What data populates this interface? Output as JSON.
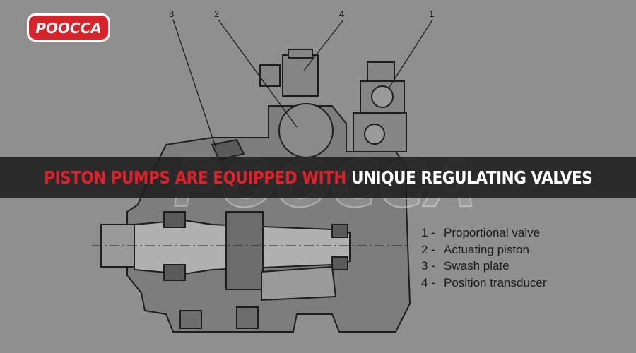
{
  "brand": {
    "logo_text": "POOCCA",
    "logo_color": "#d8232a"
  },
  "banner": {
    "red_text": "PISTON PUMPS ARE EQUIPPED WITH",
    "white_text": "UNIQUE REGULATING VALVES",
    "red_color": "#e3202a",
    "white_color": "#ffffff"
  },
  "watermark": "POOCCA",
  "callouts": [
    "3",
    "2",
    "4",
    "1"
  ],
  "legend": [
    {
      "num": "1 -",
      "label": "Proportional valve"
    },
    {
      "num": "2 -",
      "label": "Actuating piston"
    },
    {
      "num": "3 -",
      "label": "Swash plate"
    },
    {
      "num": "4 -",
      "label": "Position transducer"
    }
  ]
}
